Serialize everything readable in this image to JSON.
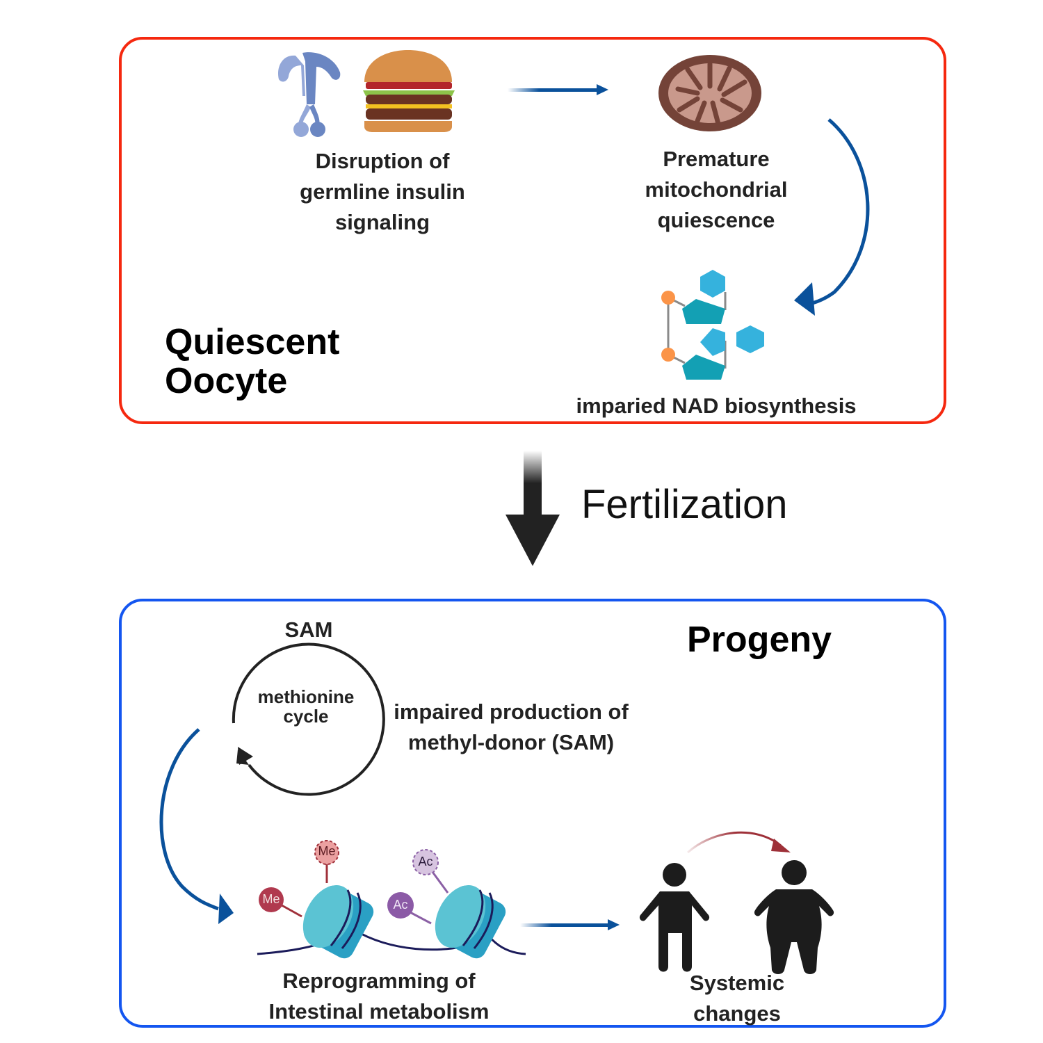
{
  "top_panel": {
    "title": "Quiescent\nOocyte",
    "border_color": "#f5280f",
    "icons": [
      "insulin-receptor-icon",
      "burger-icon",
      "mitochondrion-icon",
      "nad-molecule-icon"
    ],
    "labels": {
      "insulin": "Disruption of\ngermline insulin\nsignaling",
      "mito": "Premature\nmitochondrial\nquiescence",
      "nad": "imparied NAD biosynthesis"
    }
  },
  "transition": {
    "label": "Fertilization",
    "arrow_color": "#222222"
  },
  "bottom_panel": {
    "title": "Progeny",
    "border_color": "#1456f0",
    "cycle": {
      "top_label": "SAM",
      "center_label": "methionine\ncycle"
    },
    "labels": {
      "sam": "impaired  production of\nmethyl-donor (SAM)",
      "intestinal": "Reprogramming of\nIntestinal metabolism",
      "systemic": "Systemic\nchanges"
    },
    "marks": {
      "me_solid": "Me",
      "me_dashed": "Me",
      "ac_solid": "Ac",
      "ac_dashed": "Ac"
    }
  },
  "colors": {
    "flow_arrow": "#0a519b",
    "red_arrow": "#9e3038",
    "histone_light": "#5bc3d3",
    "histone_dark": "#2aa0c4",
    "dna": "#1b1b5a"
  }
}
